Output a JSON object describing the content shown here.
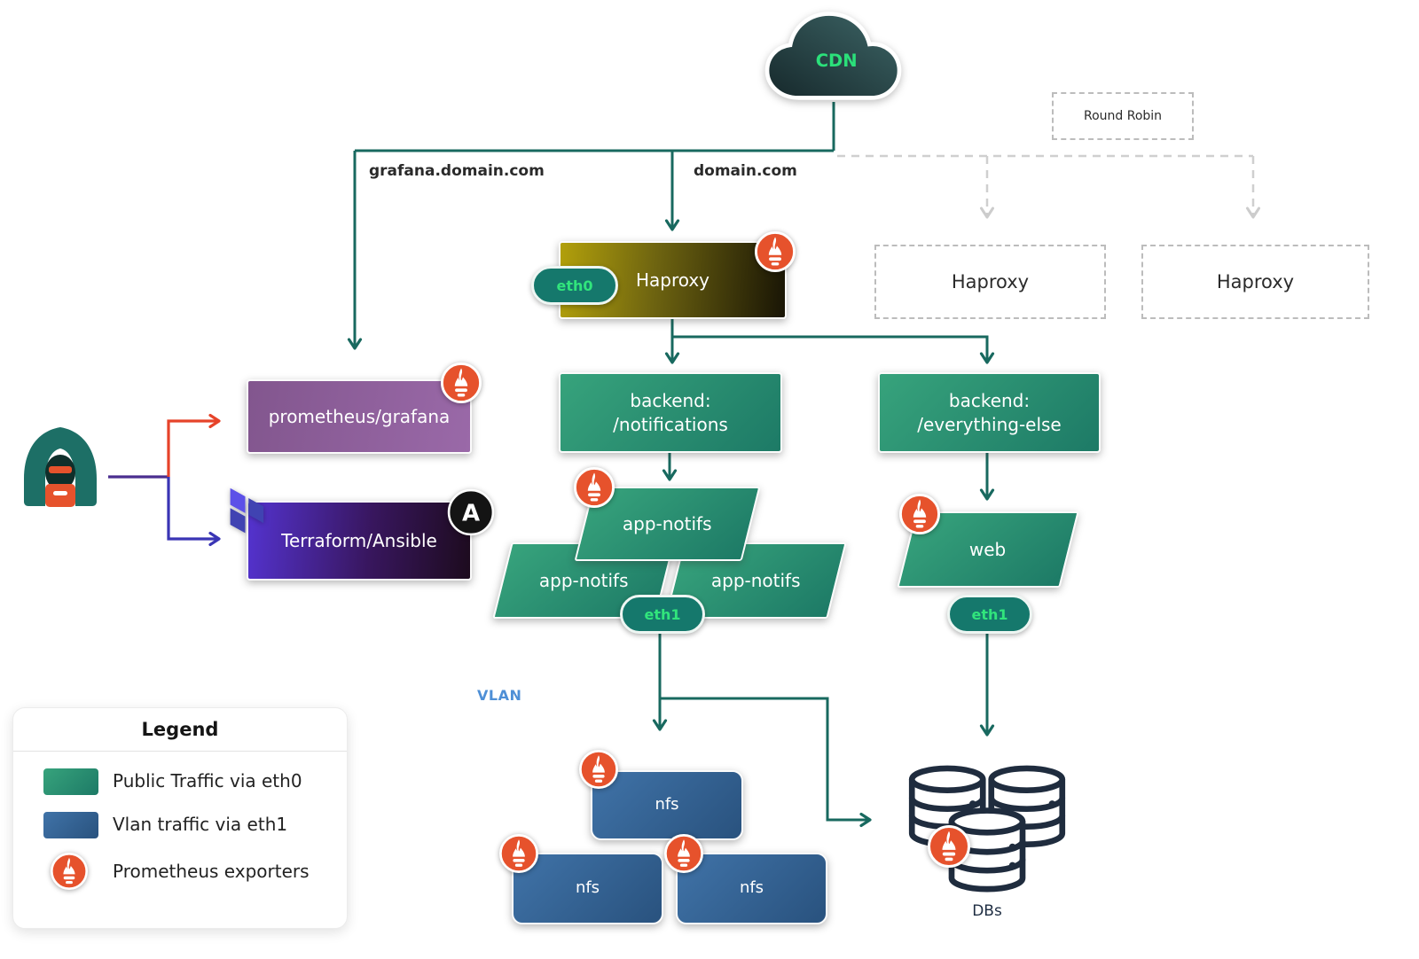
{
  "diagram": {
    "cdn": "CDN",
    "round_robin": "Round Robin",
    "labels": {
      "grafana_domain": "grafana.domain.com",
      "domain": "domain.com",
      "vlan": "VLAN",
      "dbs": "DBs"
    },
    "nodes": {
      "haproxy_main": "Haproxy",
      "haproxy_backup_1": "Haproxy",
      "haproxy_backup_2": "Haproxy",
      "backend_notifications": "backend:\n/notifications",
      "backend_everything_else": "backend:\n/everything-else",
      "prometheus_grafana": "prometheus/grafana",
      "terraform_ansible": "Terraform/Ansible",
      "app_notifs": "app-notifs",
      "web": "web",
      "nfs": "nfs"
    },
    "ports": {
      "eth0": "eth0",
      "eth1": "eth1"
    }
  },
  "icons": {
    "ansible_letter": "A"
  },
  "legend": {
    "title": "Legend",
    "items": [
      {
        "label": "Public Traffic via eth0"
      },
      {
        "label": "Vlan traffic via eth1"
      },
      {
        "label": "Prometheus exporters"
      }
    ]
  },
  "colors": {
    "public_traffic": "#2a9372",
    "vlan_traffic": "#35689e",
    "prometheus_orange": "#e6522c",
    "line_teal": "#18695f",
    "hacker_orange": "#e6522c",
    "terraform_purple": "#5c4ee5"
  }
}
